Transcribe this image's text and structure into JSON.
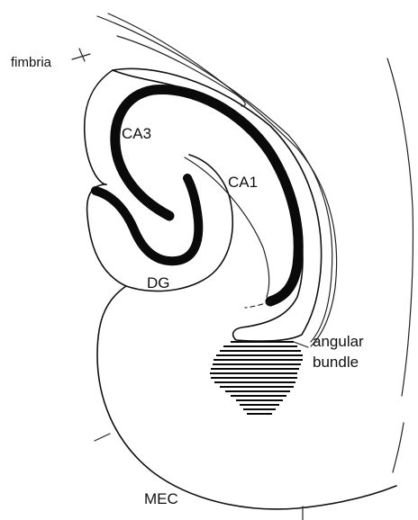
{
  "labels": {
    "fimbria": "fimbria",
    "ca3": "CA3",
    "ca1": "CA1",
    "dg": "DG",
    "angular_line1": "angular",
    "angular_line2": "bundle",
    "mec": "MEC"
  },
  "colors": {
    "ink": "#111111",
    "background": "#ffffff"
  }
}
